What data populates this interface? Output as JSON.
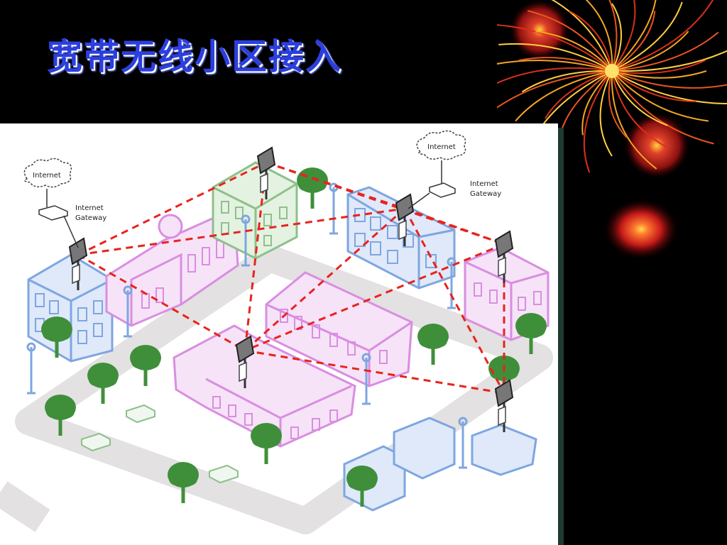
{
  "slide": {
    "title": "宽带无线小区接入"
  },
  "diagram": {
    "clouds": [
      {
        "id": "cloud-left",
        "label": "Internet"
      },
      {
        "id": "cloud-right",
        "label": "Internet"
      }
    ],
    "gateways": [
      {
        "id": "gateway-left",
        "line1": "Internet",
        "line2": "Gateway"
      },
      {
        "id": "gateway-right",
        "line1": "Internet",
        "line2": "Gateway"
      }
    ],
    "colors": {
      "link": "#e8231e",
      "blue_building": "#7ea6e0",
      "pink_building": "#d98ee0",
      "green_building": "#8ec08a",
      "tree": "#3f8f3a",
      "road": "#e3e1e1",
      "title": "#2b3fe0"
    }
  }
}
